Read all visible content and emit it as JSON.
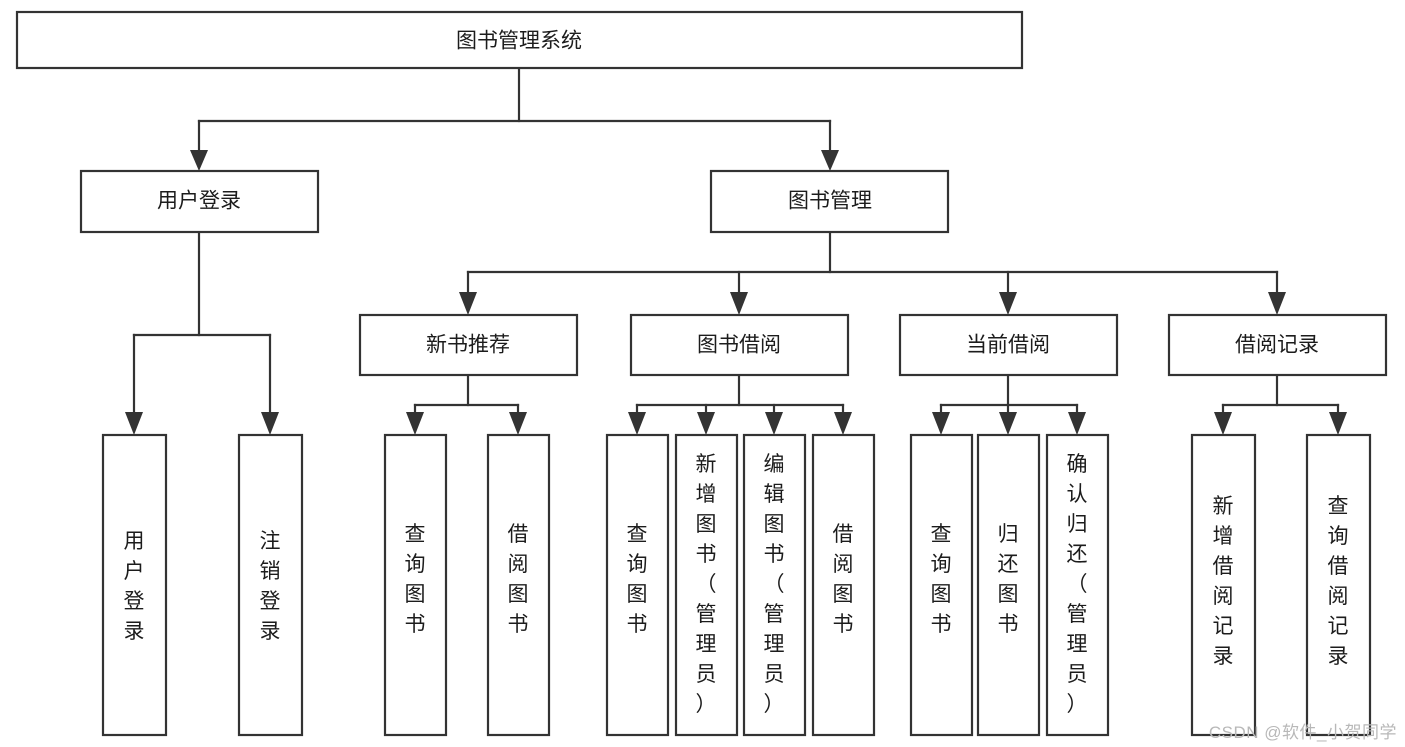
{
  "diagram": {
    "title": "图书管理系统",
    "type": "tree",
    "watermark": "CSDN @软件_小贺同学",
    "colors": {
      "stroke": "#333333",
      "fill": "#ffffff",
      "text": "#1c1c1c",
      "watermark": "#b8b8b8",
      "background": "#ffffff"
    },
    "nodes": {
      "root": {
        "label": "图书管理系统"
      },
      "level1": [
        {
          "id": "user-login",
          "label": "用户登录"
        },
        {
          "id": "book-management",
          "label": "图书管理"
        }
      ],
      "level2": [
        {
          "id": "new-book-recommend",
          "label": "新书推荐",
          "parent": "book-management"
        },
        {
          "id": "book-borrow",
          "label": "图书借阅",
          "parent": "book-management"
        },
        {
          "id": "current-borrow",
          "label": "当前借阅",
          "parent": "book-management"
        },
        {
          "id": "borrow-record",
          "label": "借阅记录",
          "parent": "book-management"
        }
      ],
      "leaves": [
        {
          "id": "leaf-user-login",
          "label": "用户登录",
          "parent": "user-login"
        },
        {
          "id": "leaf-logout-login",
          "label": "注销登录",
          "parent": "user-login"
        },
        {
          "id": "leaf-query-book-1",
          "label": "查询图书",
          "parent": "new-book-recommend"
        },
        {
          "id": "leaf-borrow-book-1",
          "label": "借阅图书",
          "parent": "new-book-recommend"
        },
        {
          "id": "leaf-query-book-2",
          "label": "查询图书",
          "parent": "book-borrow"
        },
        {
          "id": "leaf-add-book",
          "label": "新增图书（管理员）",
          "parent": "book-borrow"
        },
        {
          "id": "leaf-edit-book",
          "label": "编辑图书（管理员）",
          "parent": "book-borrow"
        },
        {
          "id": "leaf-borrow-book-2",
          "label": "借阅图书",
          "parent": "book-borrow"
        },
        {
          "id": "leaf-query-book-3",
          "label": "查询图书",
          "parent": "current-borrow"
        },
        {
          "id": "leaf-return-book",
          "label": "归还图书",
          "parent": "current-borrow"
        },
        {
          "id": "leaf-confirm-return",
          "label": "确认归还（管理员）",
          "parent": "current-borrow"
        },
        {
          "id": "leaf-add-record",
          "label": "新增借阅记录",
          "parent": "borrow-record"
        },
        {
          "id": "leaf-query-record",
          "label": "查询借阅记录",
          "parent": "borrow-record"
        }
      ]
    }
  }
}
